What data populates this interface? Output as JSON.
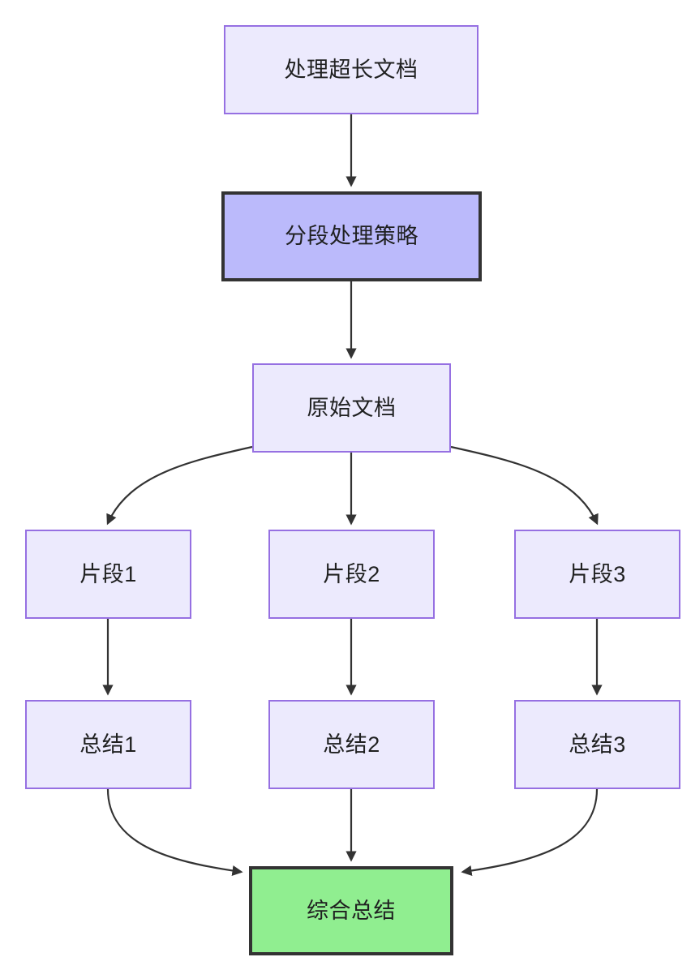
{
  "diagram": {
    "type": "flowchart",
    "title": "处理超长文档",
    "direction": "top-to-bottom",
    "background_color": "#FFFFFF",
    "colors": {
      "node_fill": "#ECEAFD",
      "node_border": "#9670E2",
      "highlight_fill": "#BBBAFB",
      "highlight_border": "#333333",
      "result_fill": "#90EE90",
      "result_border": "#333333",
      "edge_stroke": "#333333",
      "text": "#1F2020"
    },
    "nodes": [
      {
        "id": "n1",
        "label": "处理超长文档",
        "style": "plain"
      },
      {
        "id": "n2",
        "label": "分段处理策略",
        "style": "highlight"
      },
      {
        "id": "n3",
        "label": "原始文档",
        "style": "plain"
      },
      {
        "id": "n4",
        "label": "片段1",
        "style": "plain"
      },
      {
        "id": "n5",
        "label": "片段2",
        "style": "plain"
      },
      {
        "id": "n6",
        "label": "片段3",
        "style": "plain"
      },
      {
        "id": "n7",
        "label": "总结1",
        "style": "plain"
      },
      {
        "id": "n8",
        "label": "总结2",
        "style": "plain"
      },
      {
        "id": "n9",
        "label": "总结3",
        "style": "plain"
      },
      {
        "id": "n10",
        "label": "综合总结",
        "style": "result"
      }
    ],
    "edges": [
      {
        "from": "n1",
        "to": "n2",
        "label": ""
      },
      {
        "from": "n2",
        "to": "n3",
        "label": ""
      },
      {
        "from": "n3",
        "to": "n4",
        "label": ""
      },
      {
        "from": "n3",
        "to": "n5",
        "label": ""
      },
      {
        "from": "n3",
        "to": "n6",
        "label": ""
      },
      {
        "from": "n4",
        "to": "n7",
        "label": ""
      },
      {
        "from": "n5",
        "to": "n8",
        "label": ""
      },
      {
        "from": "n6",
        "to": "n9",
        "label": ""
      },
      {
        "from": "n7",
        "to": "n10",
        "label": ""
      },
      {
        "from": "n8",
        "to": "n10",
        "label": ""
      },
      {
        "from": "n9",
        "to": "n10",
        "label": ""
      }
    ]
  }
}
